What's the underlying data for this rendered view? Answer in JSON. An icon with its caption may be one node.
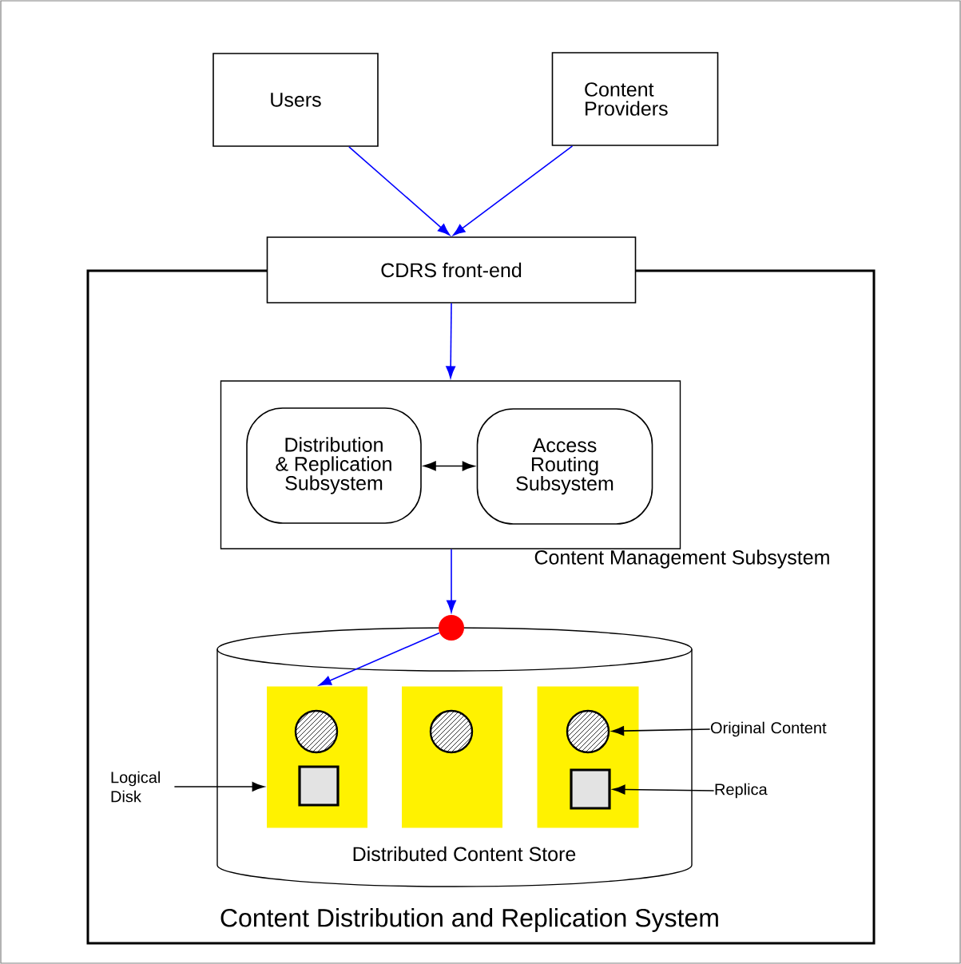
{
  "diagram": {
    "nodes": [
      {
        "text": [
          "Users"
        ]
      },
      {
        "text": [
          "Content Providers"
        ]
      },
      {
        "text": [
          "CDRS front-end"
        ]
      },
      {
        "text": [
          "Content Distribution and Replication System"
        ]
      },
      {
        "text": [
          "Content Management Subsystem"
        ],
        "in": 3
      },
      {
        "text": [
          "Distribution & Replication Subsystem"
        ],
        "in": 4
      },
      {
        "text": [
          "Access Routing Subsystem"
        ],
        "in": 4
      },
      {
        "text": [],
        "shape": "circle",
        "in": 3
      },
      {
        "text": [
          "Distributed Content Store"
        ],
        "in": 3
      },
      {
        "text": [],
        "shape": "box",
        "in": 8
      },
      {
        "text": [],
        "shape": "box",
        "in": 8
      },
      {
        "text": [],
        "shape": "box",
        "in": 8
      },
      {
        "text": [],
        "shape": "circle",
        "in": 9
      },
      {
        "text": [],
        "shape": "box",
        "in": 9
      },
      {
        "text": [],
        "shape": "circle",
        "in": 10
      },
      {
        "text": [],
        "shape": "circle",
        "in": 11
      },
      {
        "text": [],
        "shape": "box",
        "in": 11
      },
      {
        "text": [
          "Logical Disk"
        ],
        "in": 3
      },
      {
        "text": [
          "Original Content"
        ],
        "in": 3
      },
      {
        "text": [
          "Replica"
        ],
        "in": 3
      }
    ],
    "edges": [
      {
        "from": 0,
        "to": 2,
        "arrow": "to"
      },
      {
        "from": 1,
        "to": 2,
        "arrow": "to"
      },
      {
        "from": 2,
        "to": 4,
        "arrow": "to"
      },
      {
        "from": 5,
        "to": 6,
        "arrow": "both",
        "color": "#000000"
      },
      {
        "from": 4,
        "to": 7,
        "arrow": "to"
      },
      {
        "from": 7,
        "to": 9,
        "arrow": "to"
      },
      {
        "from": 17,
        "to": 9,
        "arrow": "to",
        "color": "#000000"
      },
      {
        "from": 18,
        "to": 15,
        "arrow": "to",
        "color": "#000000"
      },
      {
        "from": 19,
        "to": 16,
        "arrow": "to",
        "color": "#000000"
      }
    ]
  }
}
